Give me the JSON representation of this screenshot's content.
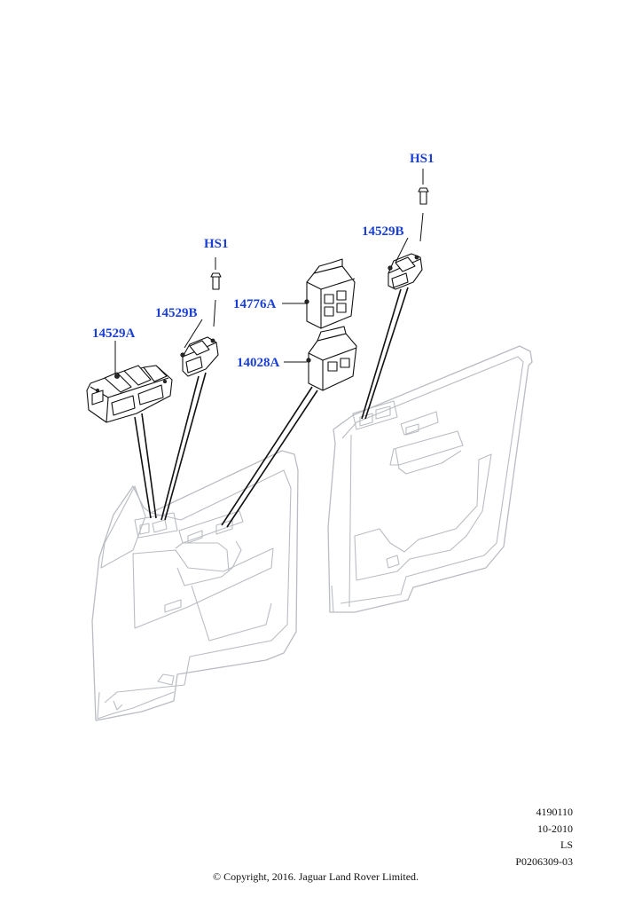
{
  "callouts": {
    "hs1_right": "HS1",
    "hs1_left": "HS1",
    "switch_14529b_right": "14529B",
    "switch_14529b_left": "14529B",
    "switch_14529a": "14529A",
    "switch_14776a": "14776A",
    "switch_14028a": "14028A"
  },
  "reference": {
    "number": "4190110",
    "date": "10-2010",
    "code": "LS",
    "illustration_id": "P0206309-03"
  },
  "copyright": "© Copyright, 2016. Jaguar Land Rover Limited.",
  "colors": {
    "callout": "#1a3fd6",
    "door_outline": "#b9bcc2",
    "linework": "#111111"
  }
}
